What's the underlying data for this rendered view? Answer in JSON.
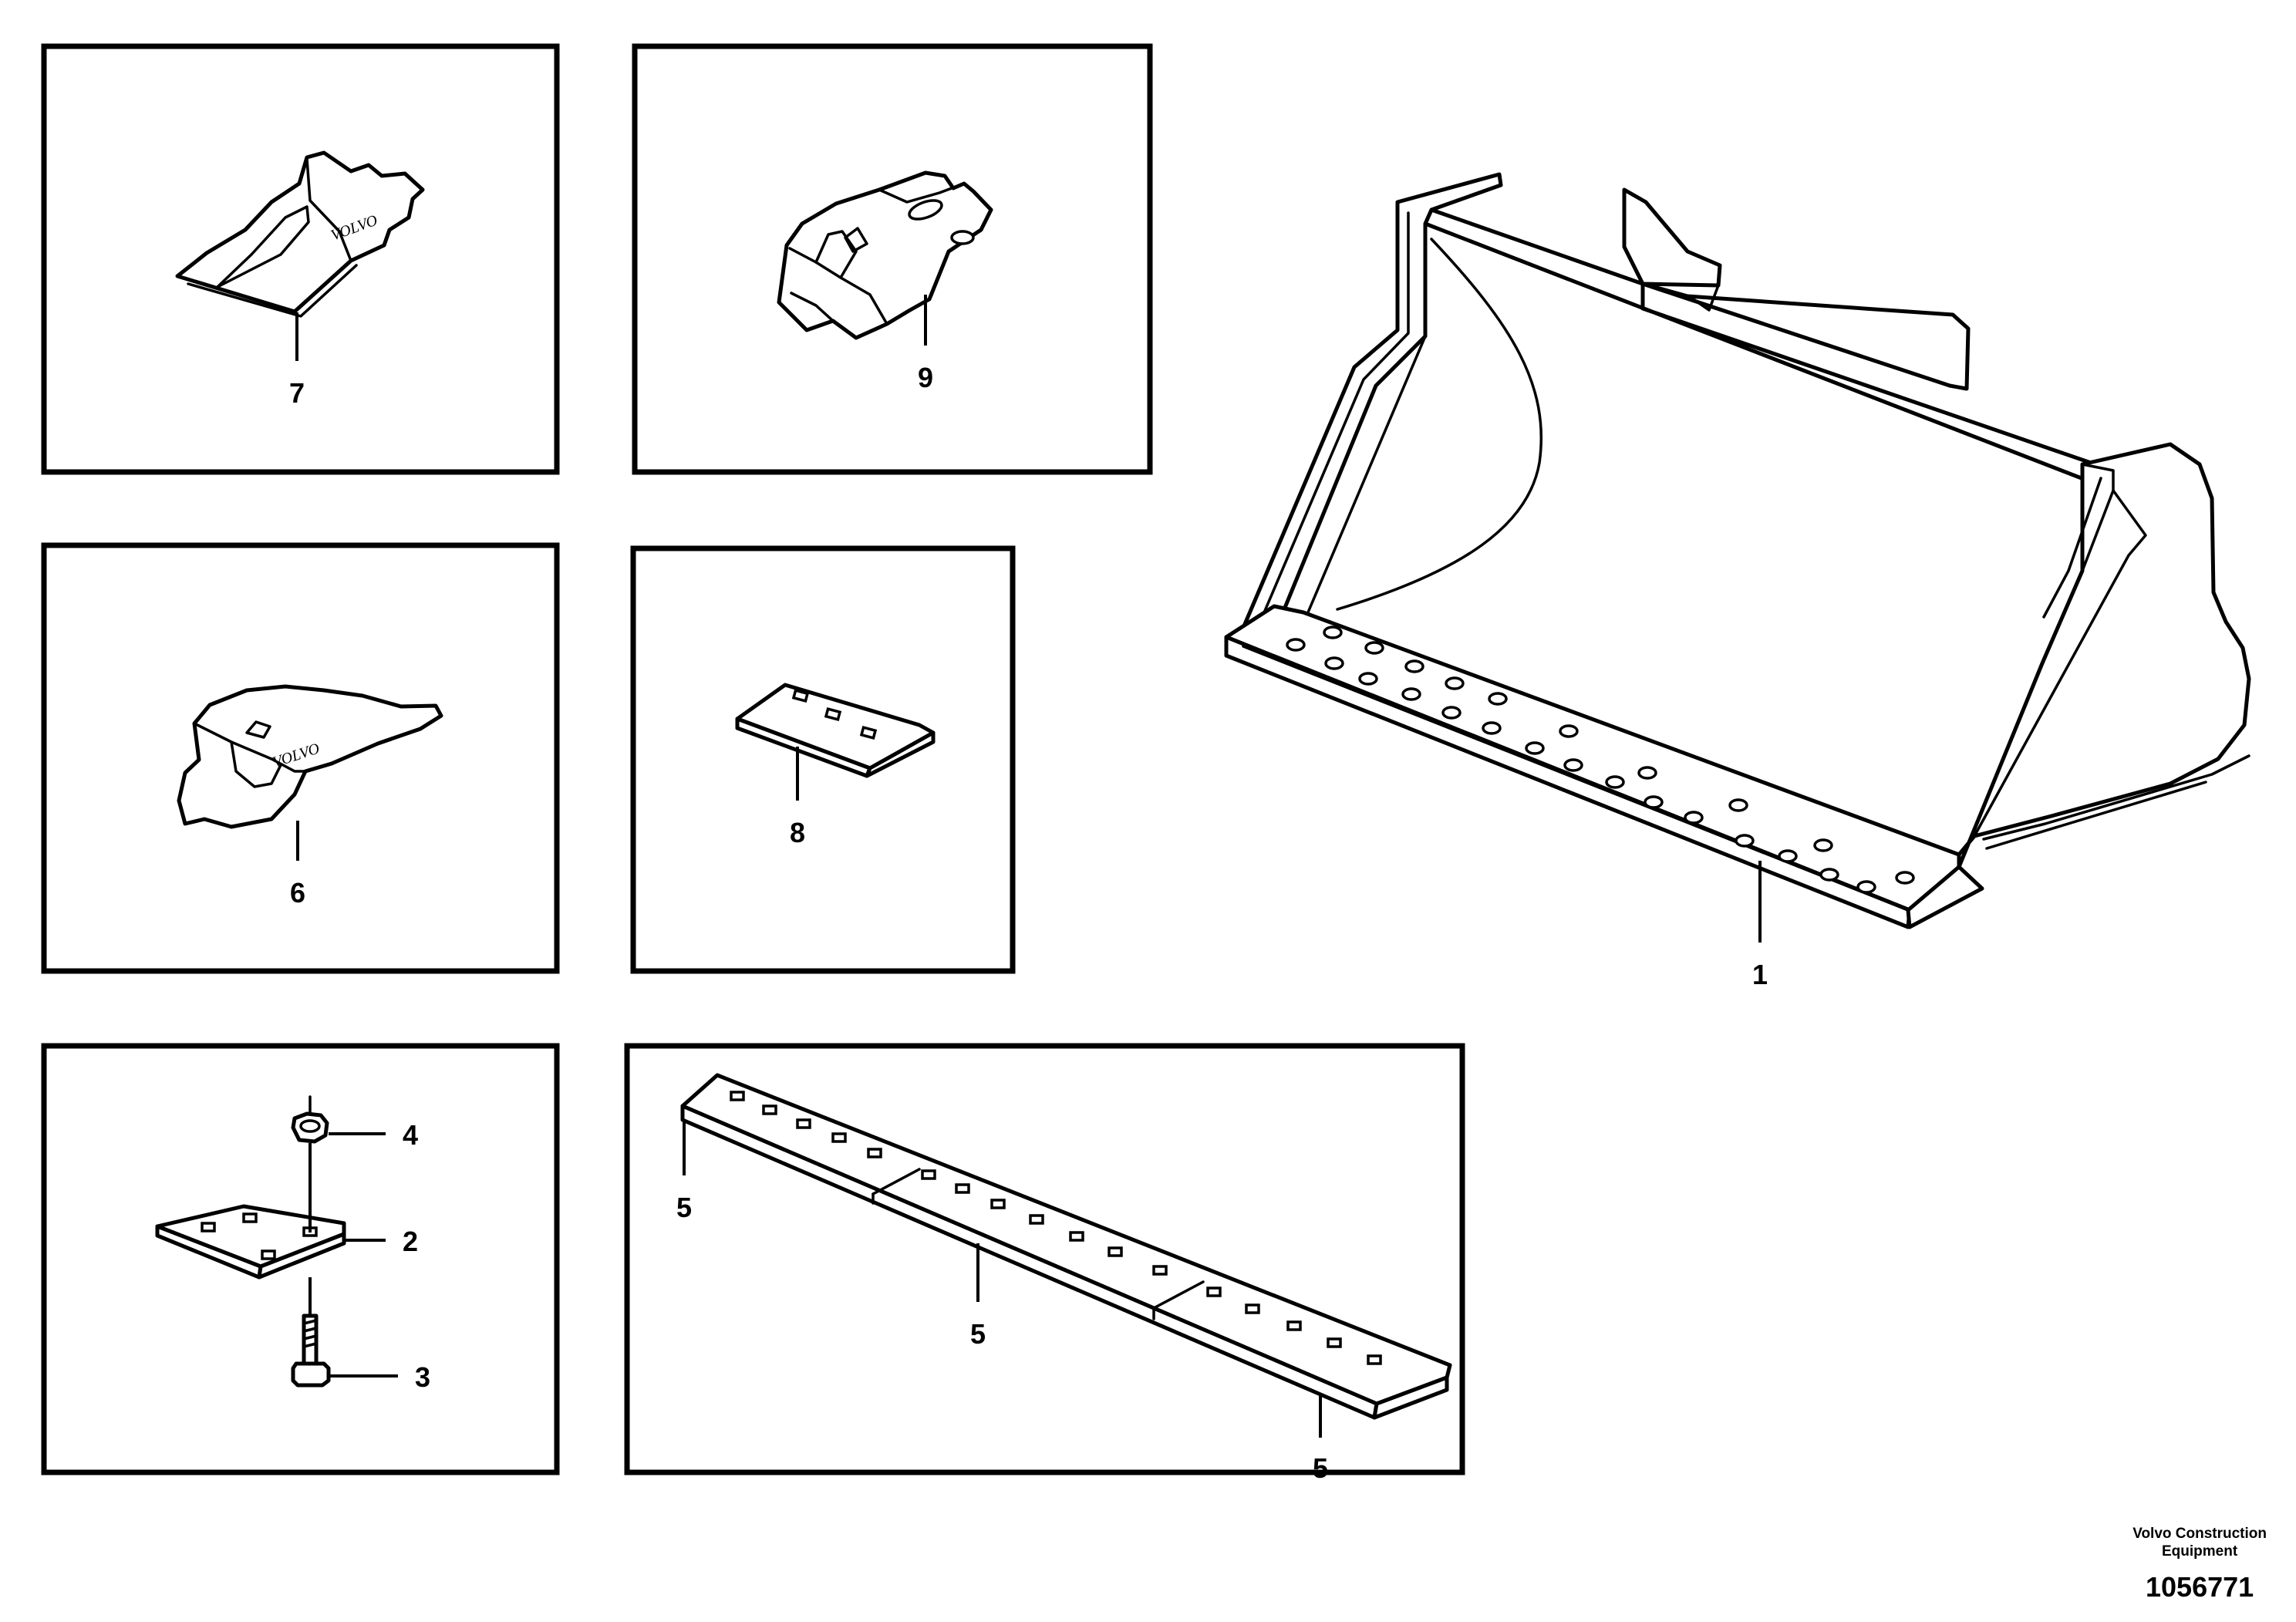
{
  "callouts": {
    "bucket": "1",
    "wear_plate": "2",
    "bolt": "3",
    "nut": "4",
    "segment_left": "5",
    "segment_middle": "5",
    "segment_right": "5",
    "tooth_adapter": "6",
    "tooth": "7",
    "segment": "8",
    "adapter": "9"
  },
  "brand_mark_tooth": "VOLVO",
  "brand_mark_adapter": "VOLVO",
  "footer": {
    "company_line1": "Volvo Construction",
    "company_line2": "Equipment",
    "drawing_number": "1056771"
  }
}
